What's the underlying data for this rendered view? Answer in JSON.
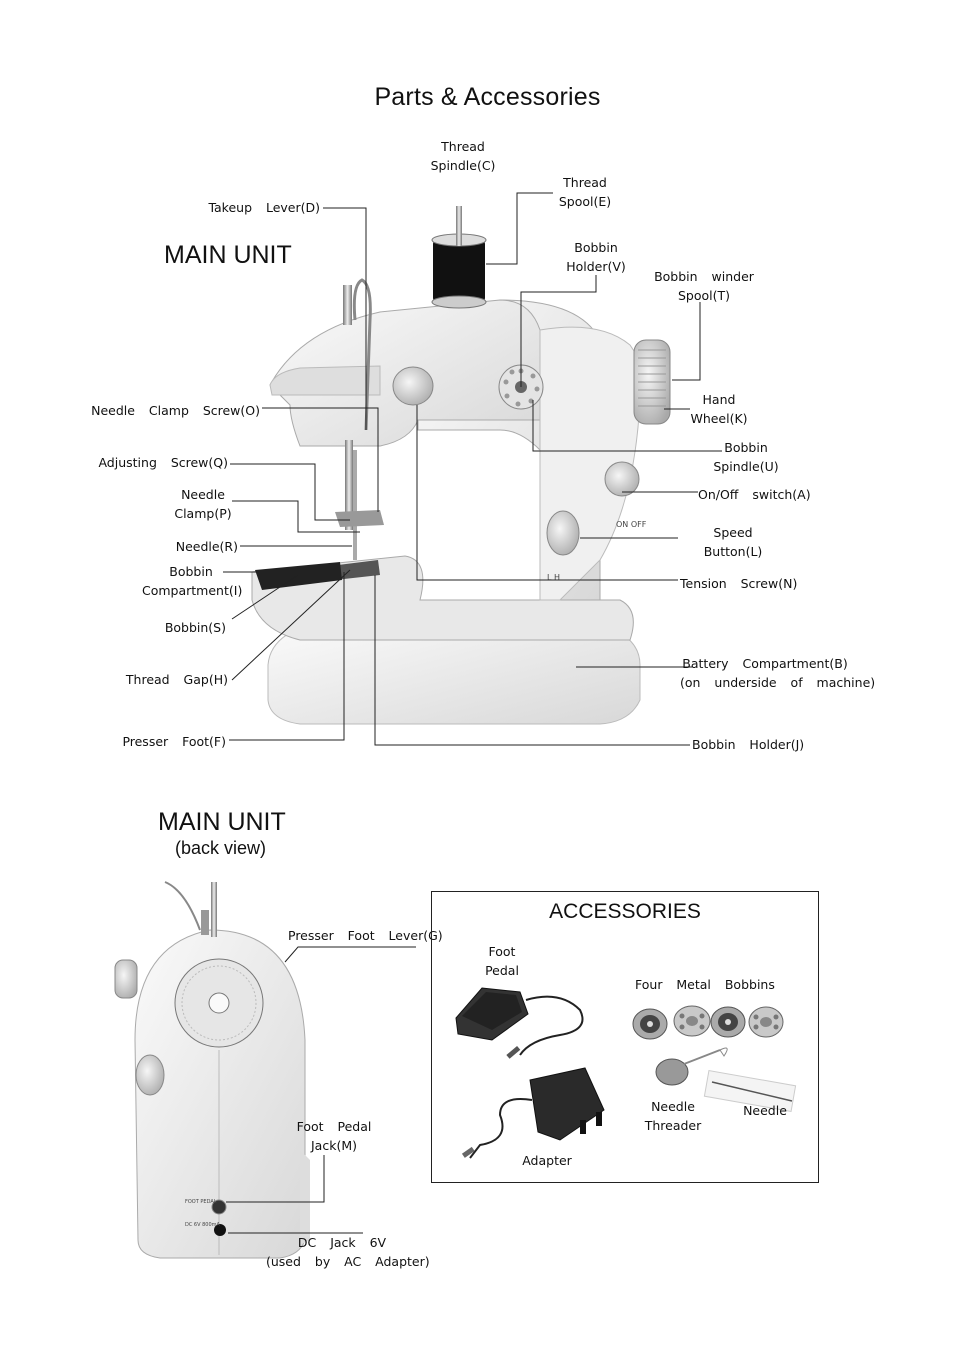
{
  "page_title": "Parts & Accessories",
  "main_unit": {
    "heading": "MAIN UNIT",
    "labels": {
      "thread_spindle": "Thread\nSpindle(C)",
      "thread_spool": "Thread\nSpool(E)",
      "takeup_lever": "Takeup  Lever(D)",
      "bobbin_holder_v": "Bobbin\nHolder(V)",
      "bobbin_winder_spool": "Bobbin  winder\nSpool(T)",
      "hand_wheel": "Hand\nWheel(K)",
      "needle_clamp_screw": "Needle  Clamp  Screw(O)",
      "bobbin_spindle": "Bobbin\nSpindle(U)",
      "adjusting_screw": "Adjusting  Screw(Q)",
      "onoff_switch": "On/Off  switch(A)",
      "needle_clamp": "Needle\nClamp(P)",
      "speed_button": "Speed\nButton(L)",
      "needle": "Needle(R)",
      "bobbin_compartment": "Bobbin\nCompartment(I)",
      "tension_screw": "Tension  Screw(N)",
      "bobbin": "Bobbin(S)",
      "battery_compartment": "Battery  Compartment(B)\n(on  underside  of  machine)",
      "thread_gap": "Thread  Gap(H)",
      "presser_foot": "Presser  Foot(F)",
      "bobbin_holder_j": "Bobbin  Holder(J)"
    }
  },
  "back_view": {
    "heading": "MAIN UNIT",
    "subheading": "(back view)",
    "labels": {
      "presser_foot_lever": "Presser  Foot  Lever(G)",
      "foot_pedal_jack": "Foot  Pedal\nJack(M)",
      "dc_jack": "DC  Jack  6V\n(used  by  AC  Adapter)"
    }
  },
  "accessories": {
    "heading": "ACCESSORIES",
    "labels": {
      "foot_pedal": "Foot\nPedal",
      "four_metal_bobbins": "Four  Metal  Bobbins",
      "adapter": "Adapter",
      "needle_threader": "Needle\nThreader",
      "needle": "Needle"
    }
  }
}
